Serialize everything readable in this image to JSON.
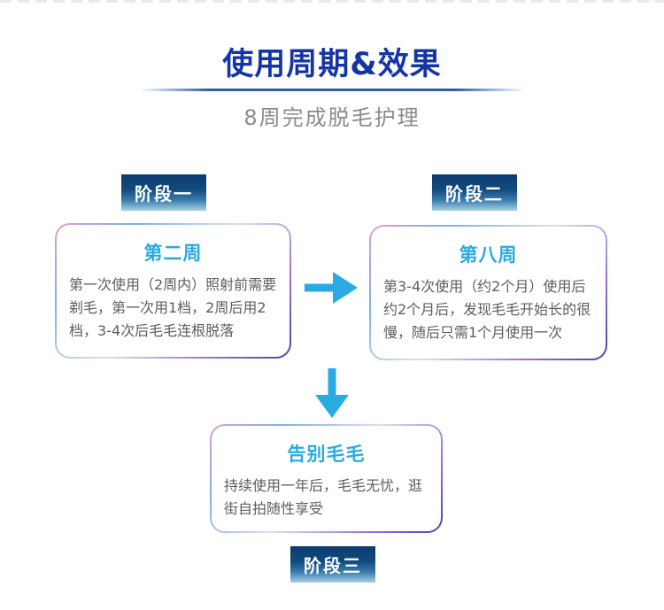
{
  "header": {
    "title": "使用周期&效果",
    "subtitle": "8周完成脱毛护理"
  },
  "flow": {
    "stages": [
      {
        "badge": "阶段一",
        "card": {
          "title": "第二周",
          "body": "第一次使用（2周内）照射前需要剃毛，第一次用1档，2周后用2档，3-4次后毛毛连根脱落"
        }
      },
      {
        "badge": "阶段二",
        "card": {
          "title": "第八周",
          "body": "第3-4次使用（约2个月）使用后约2个月后，发现毛毛开始长的很慢，随后只需1个月使用一次"
        }
      },
      {
        "badge": "阶段三",
        "card": {
          "title": "告别毛毛",
          "body": "持续使用一年后，毛毛无忧，逛街自拍随性享受"
        }
      }
    ],
    "arrows": [
      {
        "name": "right-arrow",
        "direction": "right",
        "glyph": "→"
      },
      {
        "name": "down-arrow",
        "direction": "down",
        "glyph": "↓"
      }
    ]
  },
  "colors": {
    "title_blue": "#1535a6",
    "divider_blue": "#2f5cb5",
    "subtitle_gray": "#8b8b8b",
    "accent_cyan": "#29abe2",
    "body_gray": "#5d5d5d",
    "badge_top": "#0d3b6e",
    "badge_bottom": "#a9cfe4",
    "border_pink": "#dd9ed2",
    "border_blue": "#7fb2e2",
    "border_purple": "#9d6fd0"
  }
}
